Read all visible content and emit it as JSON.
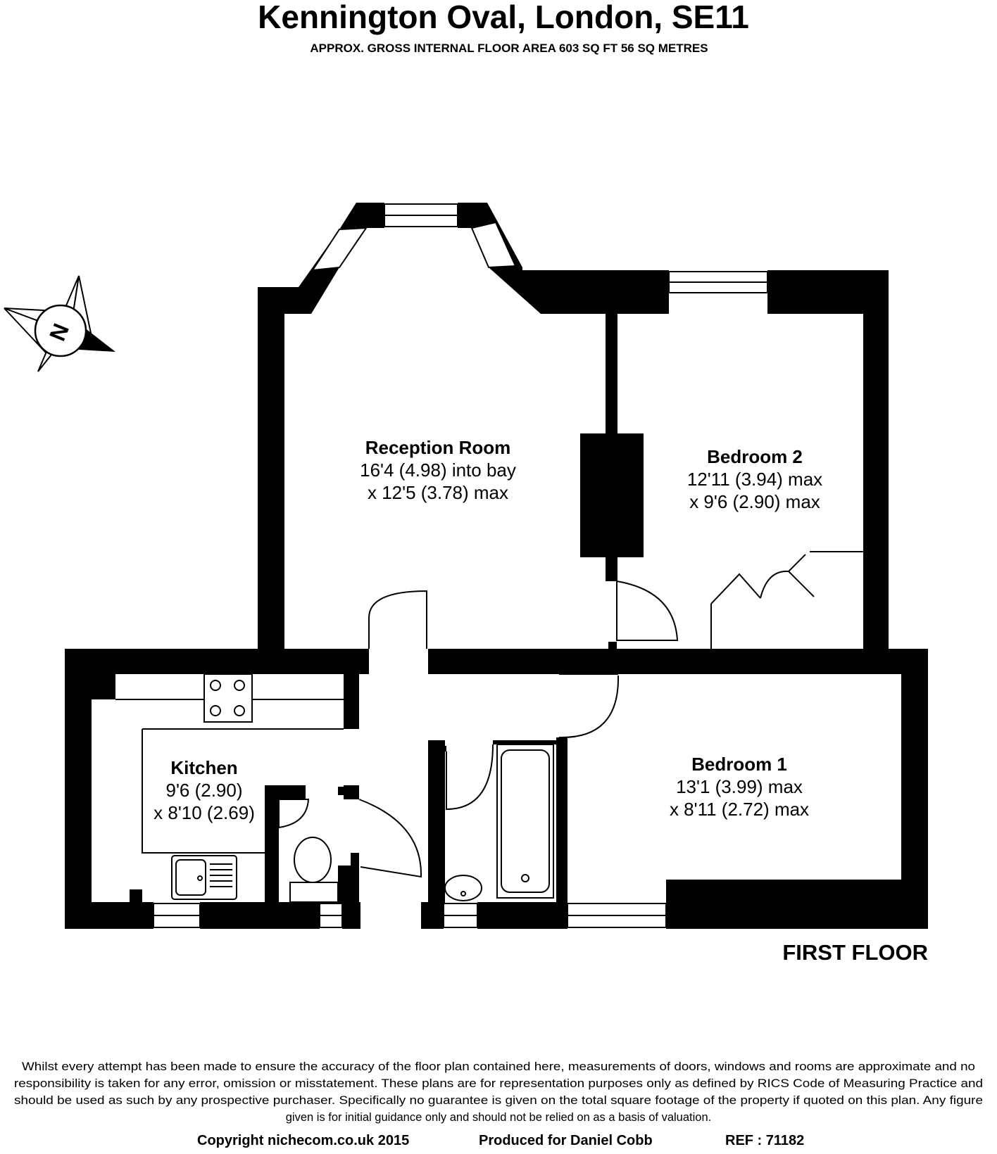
{
  "header": {
    "title": "Kennington Oval, London, SE11",
    "subtitle": "APPROX. GROSS INTERNAL FLOOR AREA 603 SQ FT 56 SQ METRES"
  },
  "compass": {
    "label": "N"
  },
  "rooms": {
    "reception": {
      "name": "Reception Room",
      "dim1": "16'4 (4.98) into bay",
      "dim2": "x 12'5 (3.78) max"
    },
    "bedroom2": {
      "name": "Bedroom 2",
      "dim1": "12'11 (3.94) max",
      "dim2": "x 9'6 (2.90) max"
    },
    "kitchen": {
      "name": "Kitchen",
      "dim1": "9'6 (2.90)",
      "dim2": "x 8'10 (2.69)"
    },
    "bedroom1": {
      "name": "Bedroom 1",
      "dim1": "13'1 (3.99) max",
      "dim2": "x 8'11 (2.72) max"
    }
  },
  "floor_label": "FIRST FLOOR",
  "disclaimer": {
    "line1": "Whilst every attempt has been made to ensure the accuracy of the floor plan contained here, measurements of doors, windows and rooms are approximate and no",
    "line2": "responsibility is taken for any error, omission or misstatement. These plans are for representation purposes only as defined by RICS Code of Measuring Practice and",
    "line3": "should be used as such by any prospective purchaser.  Specifically no guarantee is given on the total square footage of the property if quoted on this plan. Any figure",
    "line4": "given is for initial guidance only and should not be relied on as a basis of valuation."
  },
  "footer": {
    "copyright": "Copyright  nichecom.co.uk  2015",
    "produced": "Produced  for  Daniel  Cobb",
    "ref": "REF  :  71182"
  }
}
